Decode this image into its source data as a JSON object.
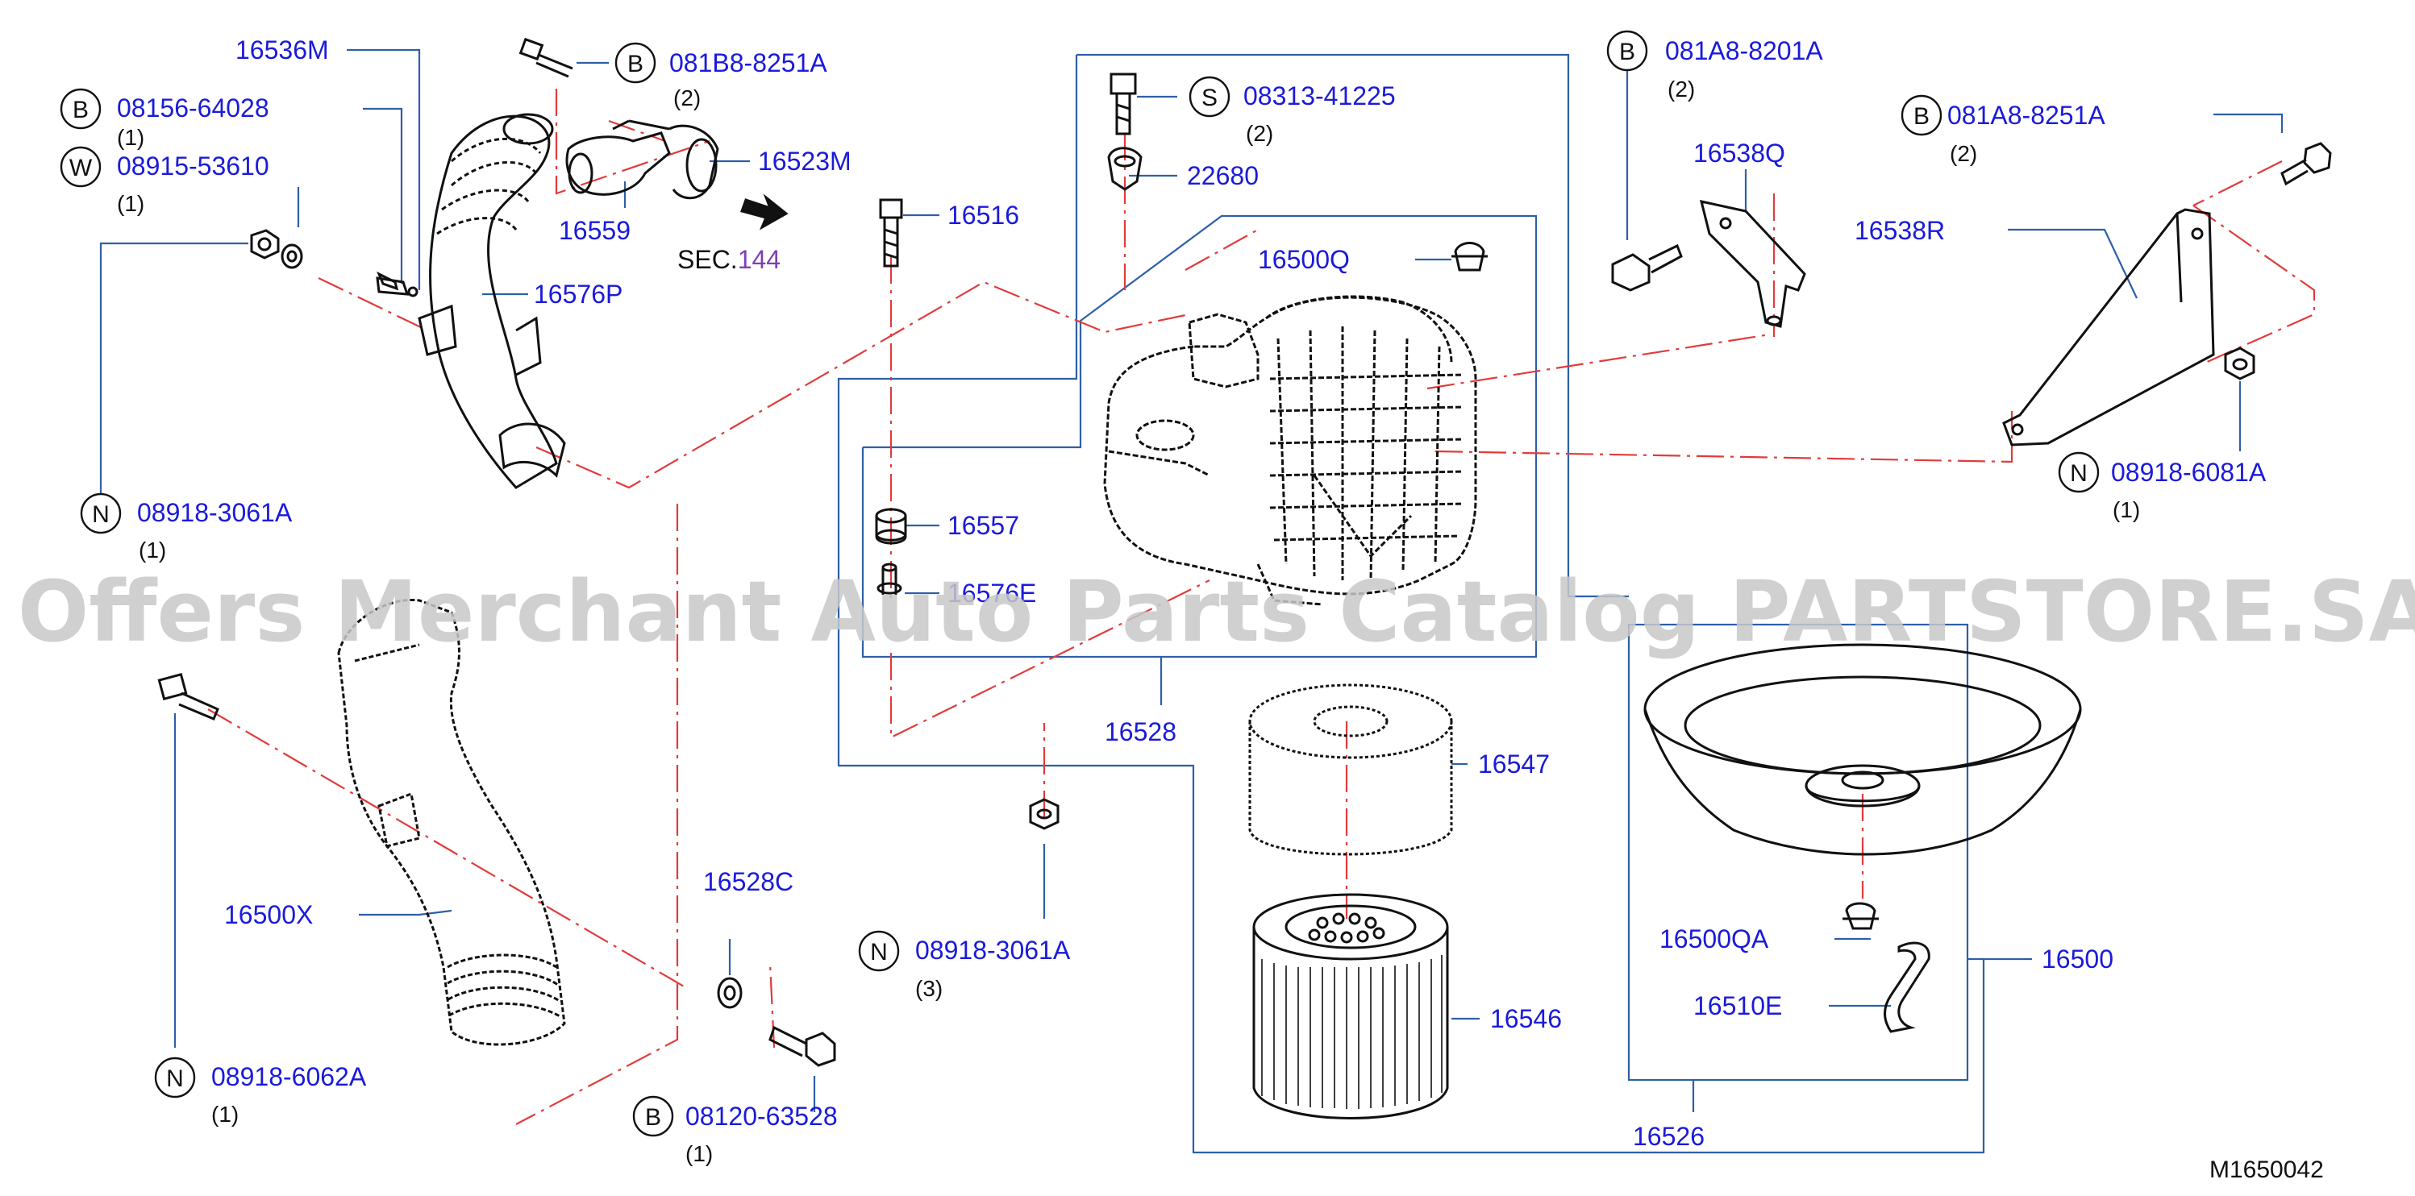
{
  "diagram_code": "M1650042",
  "watermark": "Offers Merchant Auto Parts Catalog PARTSTORE.SA",
  "section_ref": {
    "prefix": "SEC.",
    "number": "144"
  },
  "colors": {
    "label": "#1a1adb",
    "line": "#2e5fa8",
    "phantom": "#e23b3b",
    "section_number": "#7d3fb6",
    "ink": "#111111",
    "watermark": "#c8c8c8"
  },
  "parts": {
    "p16536M": "16536M",
    "p16523M": "16523M",
    "p16559": "16559",
    "p16576P": "16576P",
    "p16516": "16516",
    "p22680": "22680",
    "p16500Q": "16500Q",
    "p16538Q": "16538Q",
    "p16538R": "16538R",
    "p16557": "16557",
    "p16576E": "16576E",
    "p16528": "16528",
    "p16547": "16547",
    "p16546": "16546",
    "p16500": "16500",
    "p16526": "16526",
    "p16500X": "16500X",
    "p16528C": "16528C",
    "p16500QA": "16500QA",
    "p16510E": "16510E"
  },
  "fasteners": {
    "b_08156": {
      "prefix": "B",
      "number": "08156-64028",
      "qty": "(1)"
    },
    "w_08915": {
      "prefix": "W",
      "number": "08915-53610",
      "qty": "(1)"
    },
    "b_081b8": {
      "prefix": "B",
      "number": "081B8-8251A",
      "qty": "(2)"
    },
    "s_08313": {
      "prefix": "S",
      "number": "08313-41225",
      "qty": "(2)"
    },
    "b_081a8_8201": {
      "prefix": "B",
      "number": "081A8-8201A",
      "qty": "(2)"
    },
    "b_081a8_8251": {
      "prefix": "B",
      "number": "081A8-8251A",
      "qty": "(2)"
    },
    "n_08918_3061_left": {
      "prefix": "N",
      "number": "08918-3061A",
      "qty": "(1)"
    },
    "n_08918_6081": {
      "prefix": "N",
      "number": "08918-6081A",
      "qty": "(1)"
    },
    "n_08918_3061_mid": {
      "prefix": "N",
      "number": "08918-3061A",
      "qty": "(3)"
    },
    "n_08918_6062": {
      "prefix": "N",
      "number": "08918-6062A",
      "qty": "(1)"
    },
    "b_08120": {
      "prefix": "B",
      "number": "08120-63528",
      "qty": "(1)"
    }
  }
}
